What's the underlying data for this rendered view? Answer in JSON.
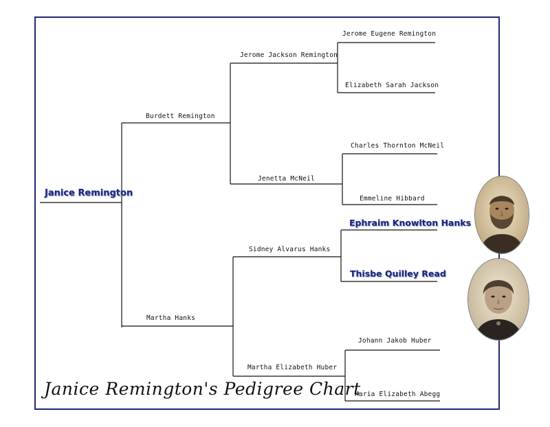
{
  "chart_title": "Janice Remington's Pedigree Chart",
  "root": {
    "name": "Janice Remington"
  },
  "parents": {
    "father": "Burdett Remington",
    "mother": "Martha Hanks"
  },
  "grandparents": {
    "paternal_grandfather": "Jerome Jackson Remington",
    "paternal_grandmother": "Jenetta McNeil",
    "maternal_grandfather": "Sidney Alvarus Hanks",
    "maternal_grandmother": "Martha Elizabeth Huber"
  },
  "great_grandparents": {
    "ggf1": "Jerome Eugene Remington",
    "ggm1": "Elizabeth Sarah Jackson",
    "ggf2": "Charles Thornton McNeil",
    "ggm2": "Emmeline Hibbard",
    "ggf3": "Ephraim Knowlton Hanks",
    "ggm3": "Thisbe Quilley Read",
    "ggf4": "Johann Jakob Huber",
    "ggm4": "Maria Elizabeth Abegg"
  },
  "colors": {
    "frame": "#1f2a78",
    "highlight": "#1a237e",
    "line": "#111111"
  }
}
